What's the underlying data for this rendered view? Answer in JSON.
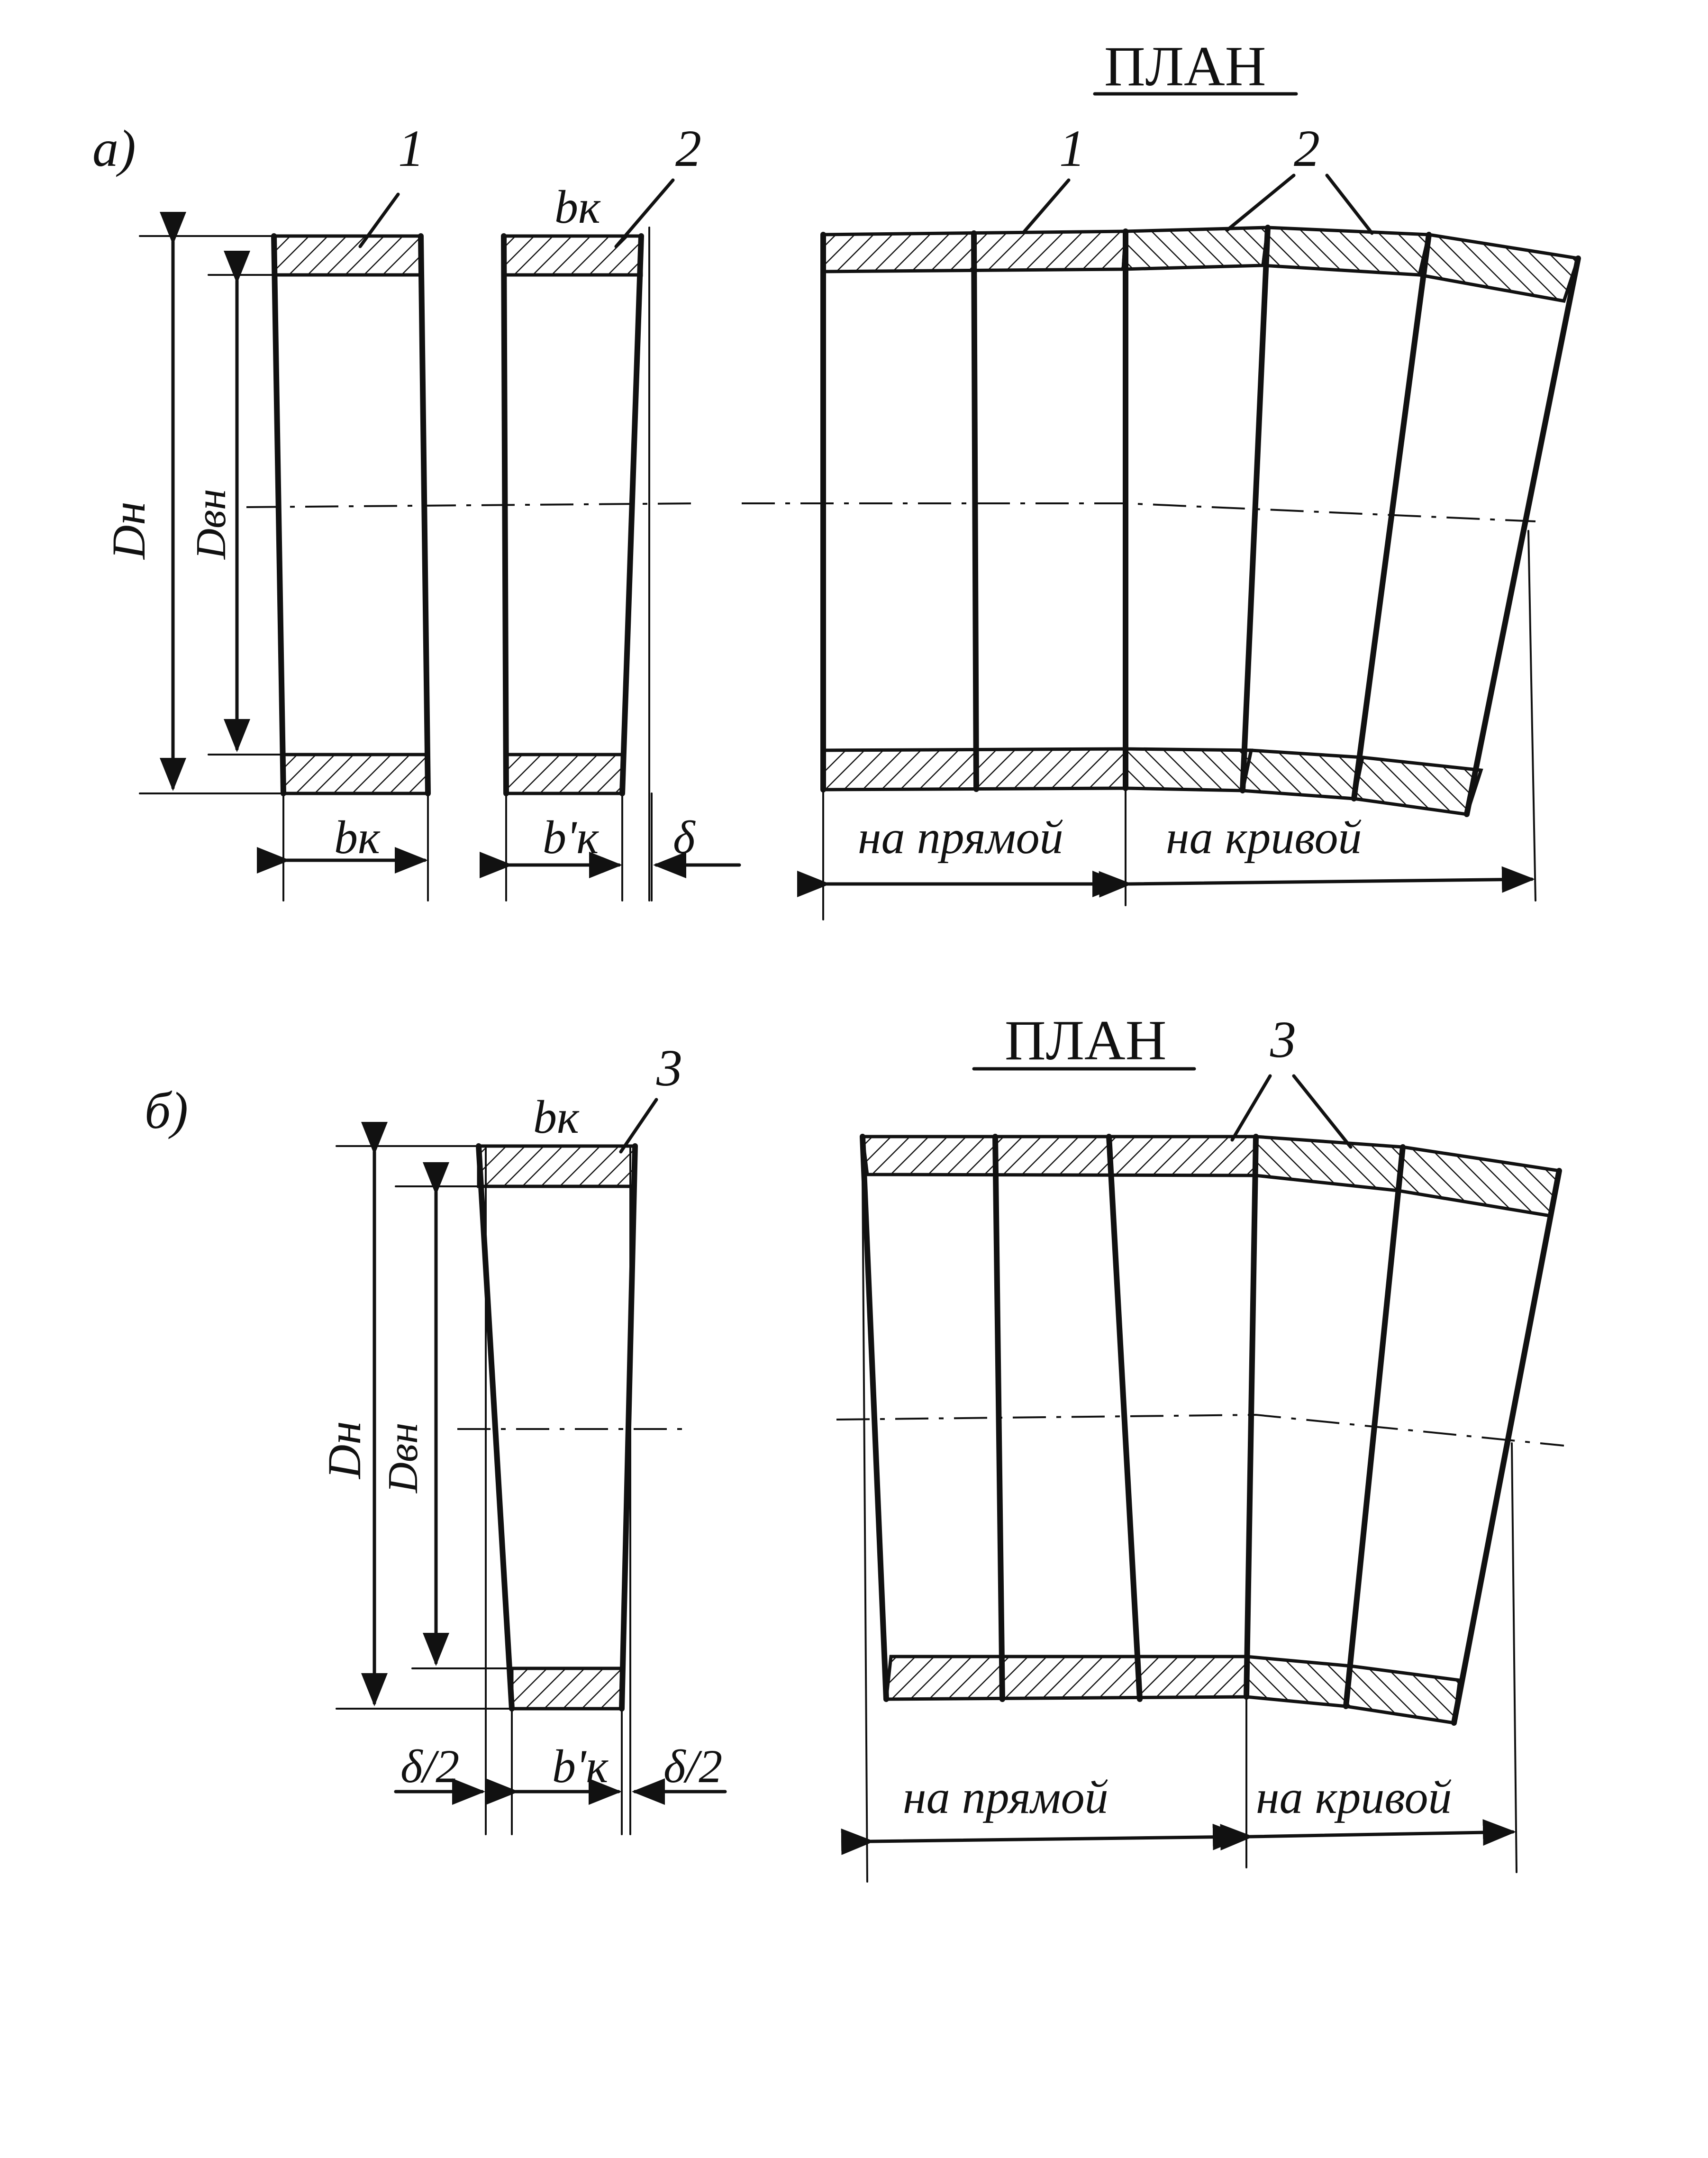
{
  "part_a": {
    "label": "а)",
    "plan_title": "ПЛАН",
    "callouts": [
      "1",
      "2",
      "2"
    ],
    "dim_outer_diameter": "Dн",
    "dim_inner_diameter": "Dвн",
    "dim_width": "bк",
    "dim_width_top": "bк",
    "dim_width_prime": "b'к",
    "dim_delta": "δ",
    "on_straight": "на прямой",
    "on_curve": "на кривой"
  },
  "part_b": {
    "label": "б)",
    "plan_title": "ПЛАН",
    "callouts": [
      "3",
      "3"
    ],
    "dim_outer_diameter": "Dн",
    "dim_inner_diameter": "Dвн",
    "dim_width_top": "bк",
    "dim_width_prime": "b'к",
    "dim_half_delta_left": "δ/2",
    "dim_half_delta_right": "δ/2",
    "on_straight": "на прямой",
    "on_curve": "на кривой"
  }
}
